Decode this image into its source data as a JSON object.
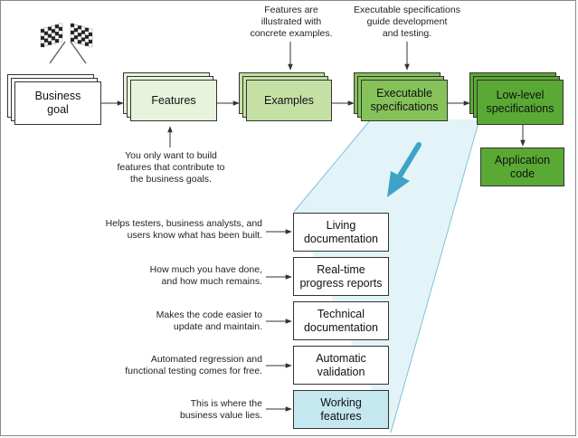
{
  "stages": {
    "business_goal": "Business\ngoal",
    "features": "Features",
    "examples": "Examples",
    "executable_specs": "Executable\nspecifications",
    "lowlevel_specs": "Low-level\nspecifications",
    "application_code": "Application\ncode"
  },
  "top_notes": {
    "examples_note": "Features are\nillustrated with\nconcrete examples.",
    "exec_note": "Executable specifications\nguide development\nand testing."
  },
  "features_note": "You only want to build\nfeatures that contribute to\nthe business goals.",
  "outputs": [
    {
      "label": "Living\ndocumentation",
      "note": "Helps testers, business analysts, and\nusers know what has been built."
    },
    {
      "label": "Real-time\nprogress reports",
      "note": "How much you have done,\nand how much remains."
    },
    {
      "label": "Technical\ndocumentation",
      "note": "Makes the code easier to\nupdate and maintain."
    },
    {
      "label": "Automatic\nvalidation",
      "note": "Automated regression and\nfunctional testing comes for free."
    },
    {
      "label": "Working\nfeatures",
      "note": "This is where the\nbusiness value lies."
    }
  ],
  "colors": {
    "white": "#ffffff",
    "pale_green": "#e8f3dc",
    "light_green": "#c5e0a5",
    "mid_green": "#86c25a",
    "dark_green": "#5aa935",
    "funnel_blue": "#d9f0f5",
    "arrow_blue": "#3ea3c6",
    "working_fill": "#c4e7f0"
  }
}
